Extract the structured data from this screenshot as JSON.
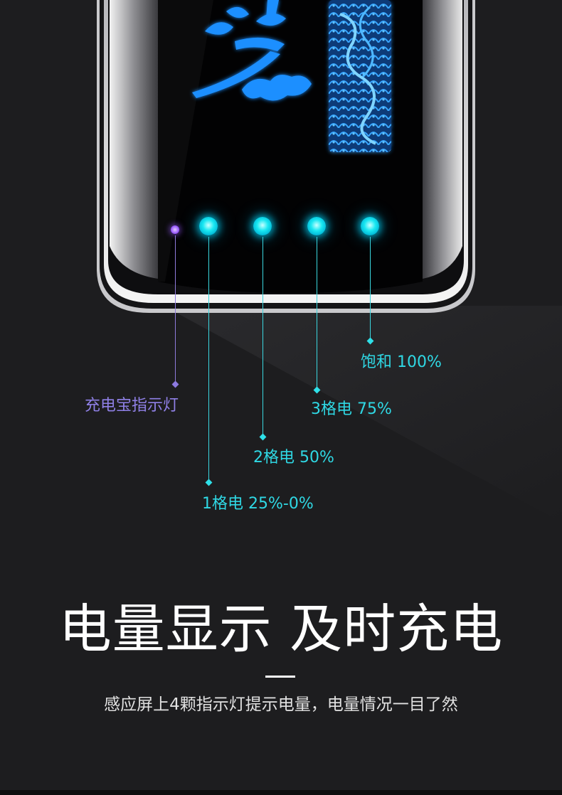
{
  "indicators": [
    {
      "label": "充电宝指示灯",
      "color": "purple"
    },
    {
      "label": "1格电 25%-0%",
      "color": "cyan"
    },
    {
      "label": "2格电  50%",
      "color": "cyan"
    },
    {
      "label": "3格电  75%",
      "color": "cyan"
    },
    {
      "label": "饱和  100%",
      "color": "cyan"
    }
  ],
  "headline": "电量显示  及时充电",
  "subline": "感应屏上4颗指示灯提示电量，电量情况一目了然",
  "colors": {
    "background": "#1d1d1f",
    "cyan": "#2fd8e4",
    "purple": "#8f80e6",
    "glow_blue": "#1e8fff"
  }
}
